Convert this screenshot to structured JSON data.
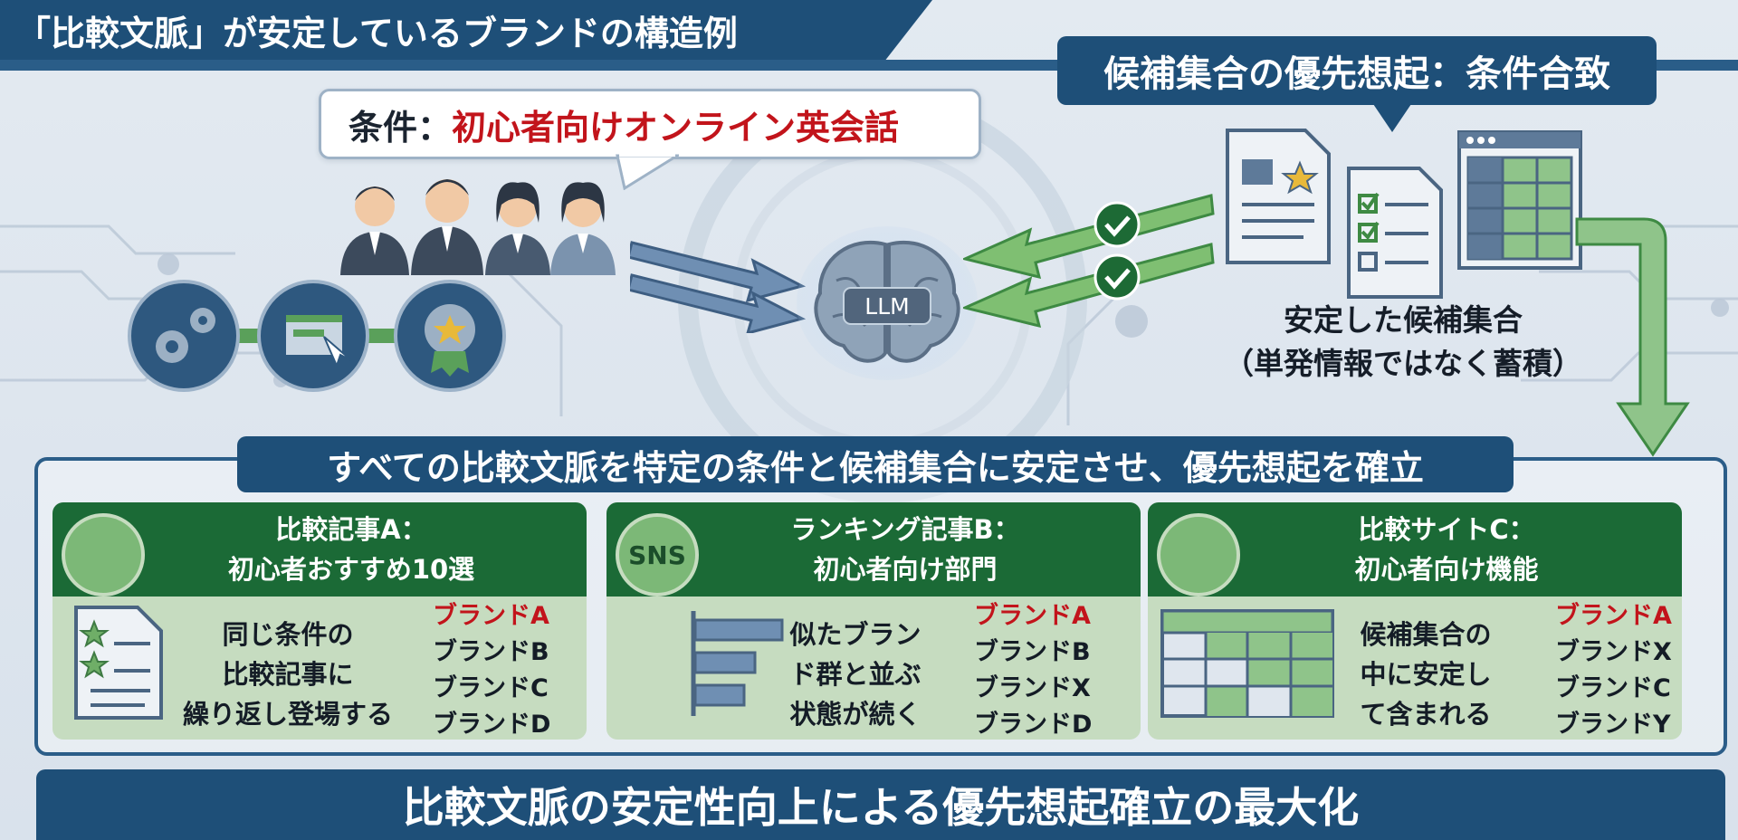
{
  "title": "「比較文脈」が安定しているブランドの構造例",
  "condition": {
    "label": "条件：",
    "value": "初心者向けオンライン英会話"
  },
  "brain_label": "LLM",
  "preferred_recall": "候補集合の優先想起：条件合致",
  "stable_set": {
    "line1": "安定した候補集合",
    "line2": "（単発情報ではなく蓄積）"
  },
  "middle_banner": "すべての比較文脈を特定の条件と候補集合に安定させ、優先想起を確立",
  "cards": [
    {
      "title_line1": "比較記事A：",
      "title_line2": "初心者おすすめ10選",
      "badge": "",
      "desc": [
        "同じ条件の",
        "比較記事に",
        "繰り返し登場する"
      ],
      "brands": [
        "ブランドA",
        "ブランドB",
        "ブランドC",
        "ブランドD"
      ]
    },
    {
      "title_line1": "ランキング記事B：",
      "title_line2": "初心者向け部門",
      "badge": "SNS",
      "desc": [
        "似たブラン",
        "ド群と並ぶ",
        "状態が続く"
      ],
      "brands": [
        "ブランドA",
        "ブランドB",
        "ブランドX",
        "ブランドD"
      ]
    },
    {
      "title_line1": "比較サイトC：",
      "title_line2": "初心者向け機能",
      "badge": "",
      "desc": [
        "候補集合の",
        "中に安定し",
        "て含まれる"
      ],
      "brands": [
        "ブランドA",
        "ブランドX",
        "ブランドC",
        "ブランドY"
      ]
    }
  ],
  "bottom_banner": "比較文脈の安定性向上による優先想起確立の最大化",
  "colors": {
    "navy": "#1e4f78",
    "green": "#1b6a36",
    "light_green": "#c6dcc0",
    "highlight_red": "#c2141b"
  }
}
